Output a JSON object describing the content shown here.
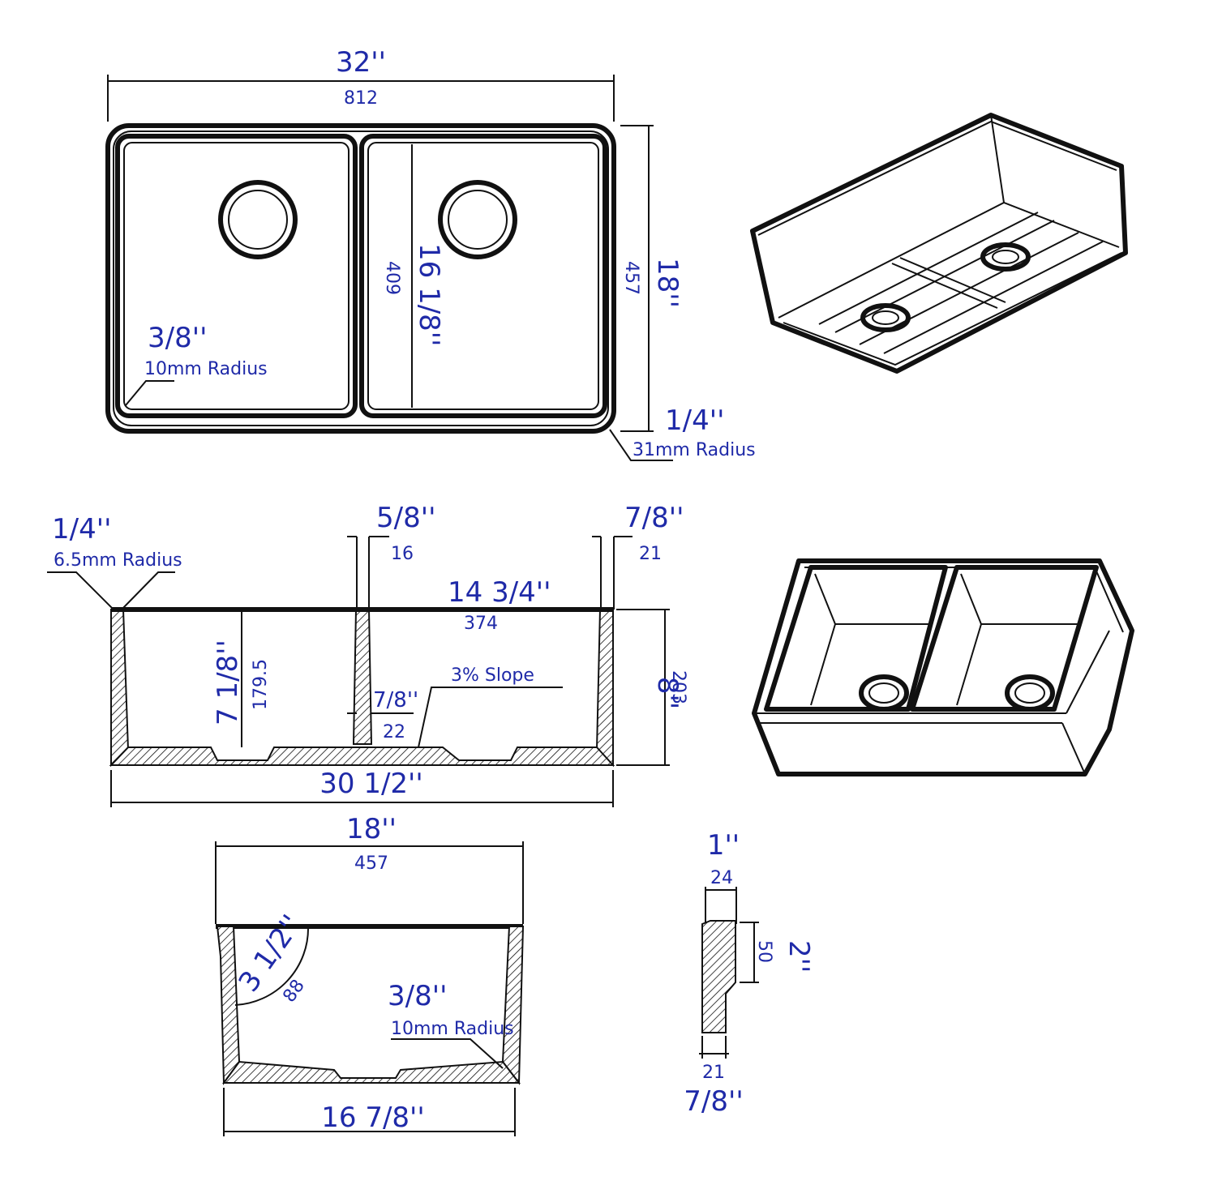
{
  "top_view": {
    "width_in": "32''",
    "width_mm": "812",
    "depth_in": "18''",
    "depth_mm": "457",
    "bowl_depth_in": "16 1/8''",
    "bowl_depth_mm": "409",
    "inner_radius_in": "3/8''",
    "inner_radius_mm": "10mm Radius",
    "outer_radius_in": "1/4''",
    "outer_radius_mm": "31mm Radius"
  },
  "front_section": {
    "edge_radius_in": "1/4''",
    "edge_radius_mm": "6.5mm Radius",
    "divider_in": "5/8''",
    "divider_mm": "16",
    "wall_in": "7/8''",
    "wall_mm": "21",
    "bowl_width_in": "14 3/4''",
    "bowl_width_mm": "374",
    "bowl_height_in": "7 1/8''",
    "bowl_height_mm": "179.5",
    "height_in": "8''",
    "height_mm": "203",
    "divider_bottom_in": "7/8''",
    "divider_bottom_mm": "22",
    "slope": "3% Slope",
    "base_width_in": "30 1/2''"
  },
  "side_section": {
    "width_in": "18''",
    "width_mm": "457",
    "apron_radius_in": "3 1/2''",
    "apron_radius_mm": "88",
    "inner_radius_in": "3/8''",
    "inner_radius_mm": "10mm Radius",
    "base_width_in": "16 7/8''"
  },
  "rim_detail": {
    "top_in": "1''",
    "top_mm": "24",
    "height_in": "2''",
    "height_mm": "50",
    "bottom_mm": "21",
    "bottom_in": "7/8''"
  }
}
